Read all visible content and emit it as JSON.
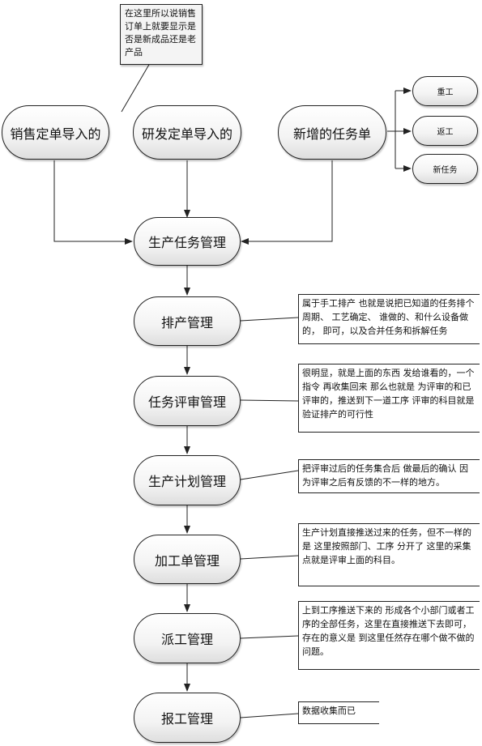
{
  "sources": {
    "sales_import": "销售定单导入的",
    "rd_import": "研发定单导入的",
    "new_task": "新增的任务单"
  },
  "new_task_types": {
    "rework": "重工",
    "return_work": "返工",
    "new_task": "新任务"
  },
  "callout": "在这里所以说销售订单上就要显示是否是新成品还是老产品",
  "steps": {
    "production_task": "生产任务管理",
    "scheduling": "排产管理",
    "task_review": "任务评审管理",
    "production_plan": "生产计划管理",
    "processing_order": "加工单管理",
    "dispatch": "派工管理",
    "work_report": "报工管理"
  },
  "notes": {
    "scheduling": "属于手工排产 也就是说把已知道的任务排个周期、 工艺确定、 谁做的、和什么设备做的， 即可，以及合并任务和拆解任务",
    "task_review": "很明显，就是上面的东西 发给谁看的，一个指令 再收集回来 那么也就是 为评审的和已评审的，推送到下一道工序 评审的科目就是验证排产的可行性",
    "production_plan": "把评审过后的任务集合后 做最后的确认 因为评审之后有反馈的不一样的地方。",
    "processing_order": "生产计划直接推送过来的任务，但不一样的是 这里按照部门、工序 分开了 这里的采集点就是评审上面的科目。",
    "dispatch": "上到工序推送下来的 形成各个小部门或者工序的全部任务，这里在直接推送下去即可，存在的意义是 到这里任然存在哪个做不做的问题。",
    "work_report": "数据收集而已"
  }
}
